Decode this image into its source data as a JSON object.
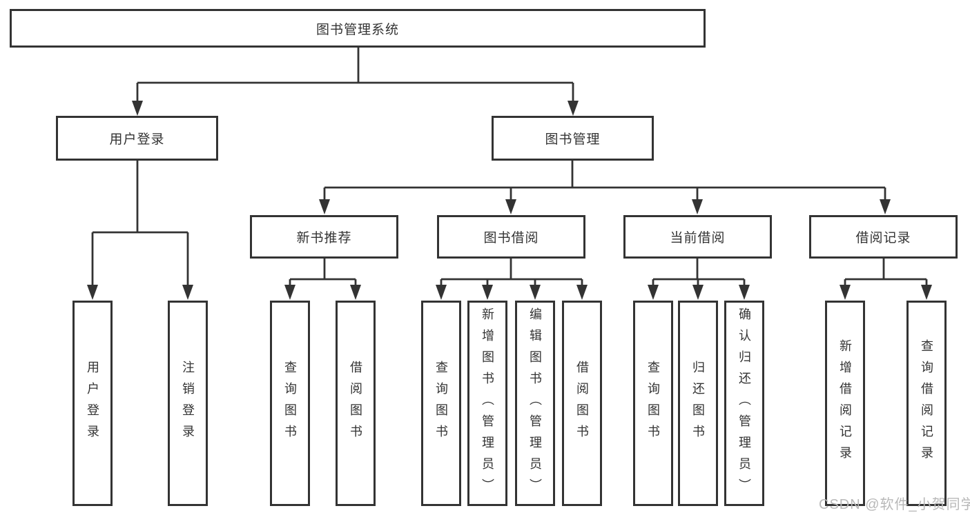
{
  "root": {
    "label": "图书管理系统"
  },
  "branches": [
    {
      "label": "用户登录",
      "leaves": [
        {
          "label": "用户登录"
        },
        {
          "label": "注销登录"
        }
      ]
    },
    {
      "label": "图书管理",
      "groups": [
        {
          "label": "新书推荐",
          "leaves": [
            {
              "label": "查询图书"
            },
            {
              "label": "借阅图书"
            }
          ]
        },
        {
          "label": "图书借阅",
          "leaves": [
            {
              "label": "查询图书"
            },
            {
              "label": "新增图书（管理员）"
            },
            {
              "label": "编辑图书（管理员）"
            },
            {
              "label": "借阅图书"
            }
          ]
        },
        {
          "label": "当前借阅",
          "leaves": [
            {
              "label": "查询图书"
            },
            {
              "label": "归还图书"
            },
            {
              "label": "确认归还（管理员）"
            }
          ]
        },
        {
          "label": "借阅记录",
          "leaves": [
            {
              "label": "新增借阅记录"
            },
            {
              "label": "查询借阅记录"
            }
          ]
        }
      ]
    }
  ],
  "watermark": {
    "text": "CSDN @软件_小贺同学"
  },
  "colors": {
    "line": "#333333",
    "box_border": "#333333",
    "text": "#333333",
    "watermark": "#b8b8b8",
    "background": "#ffffff"
  }
}
